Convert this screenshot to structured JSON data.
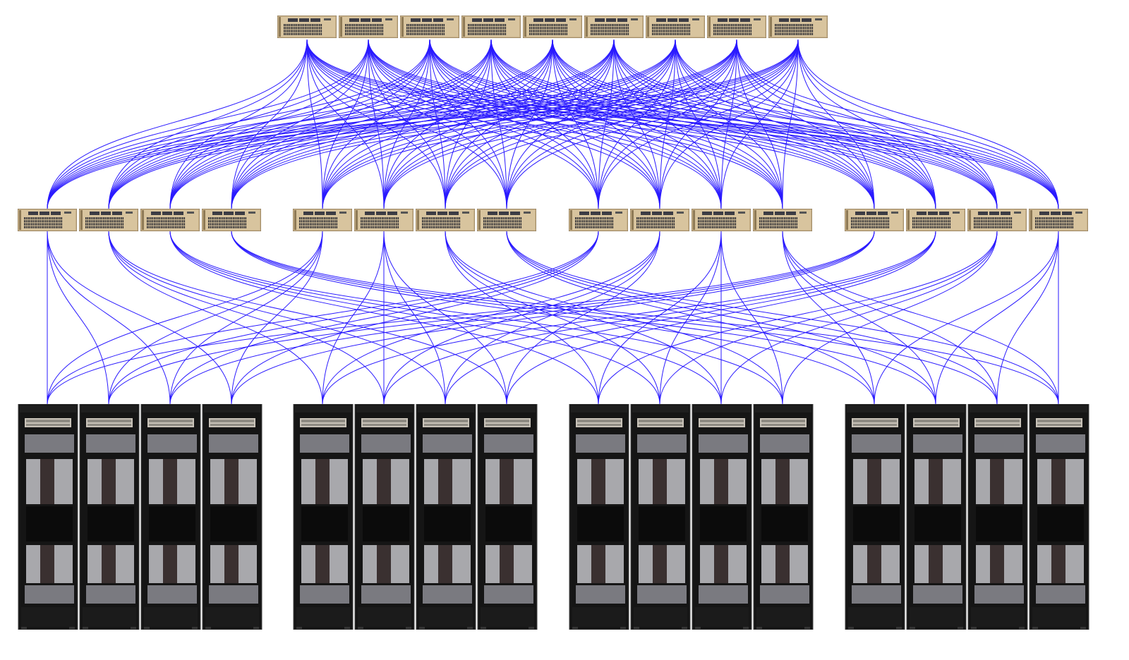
{
  "diagram": {
    "spine_count": 9,
    "pod_count": 4,
    "leaves_per_pod": 4,
    "racks_per_pod": 4,
    "colors": {
      "link": "#2a1aff",
      "switch_body": "#cbb48c",
      "switch_edge": "#8a7450",
      "rack_body": "#151515"
    }
  }
}
